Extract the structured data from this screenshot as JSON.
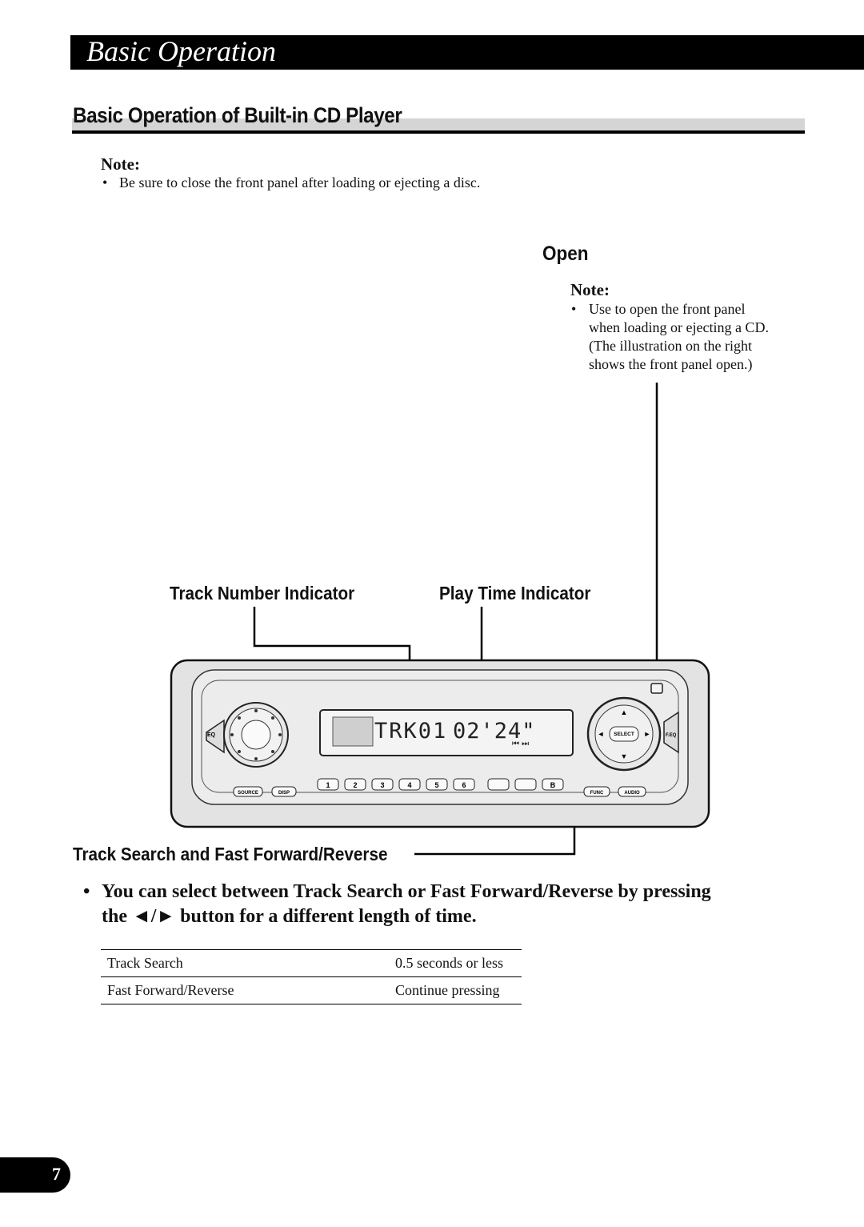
{
  "header": {
    "title": "Basic Operation"
  },
  "section": {
    "title": "Basic Operation of Built-in CD Player"
  },
  "note1": {
    "heading": "Note:",
    "bullet": "•",
    "text": "Be sure to close the front panel after loading or ejecting a disc."
  },
  "open": {
    "label": "Open",
    "note_heading": "Note:",
    "bullet": "•",
    "lines": [
      "Use to open the front panel",
      "when loading or ejecting a CD.",
      "(The illustration on the right",
      "shows the front panel open.)"
    ]
  },
  "callouts": {
    "track_number": "Track Number Indicator",
    "play_time": "Play Time Indicator",
    "track_search": "Track Search and Fast Forward/Reverse"
  },
  "device": {
    "display_track": "TRK01",
    "display_time": "02'24\"",
    "eq": "EQ",
    "select": "SELECT",
    "feq": "F.EQ",
    "func": "FUNC",
    "audio": "AUDIO",
    "source": "SOURCE",
    "disp": "DISP",
    "presets": [
      "1",
      "2",
      "3",
      "4",
      "5",
      "6",
      "",
      "",
      "B"
    ]
  },
  "main_bullet": {
    "bullet": "•",
    "line1": "You can select between Track Search or Fast Forward/Reverse by pressing",
    "line2": "the ◄/► button for a different length of time."
  },
  "table": {
    "rows": [
      {
        "action": "Track Search",
        "duration": "0.5 seconds or less"
      },
      {
        "action": "Fast Forward/Reverse",
        "duration": "Continue pressing"
      }
    ]
  },
  "page": {
    "number": "7"
  }
}
